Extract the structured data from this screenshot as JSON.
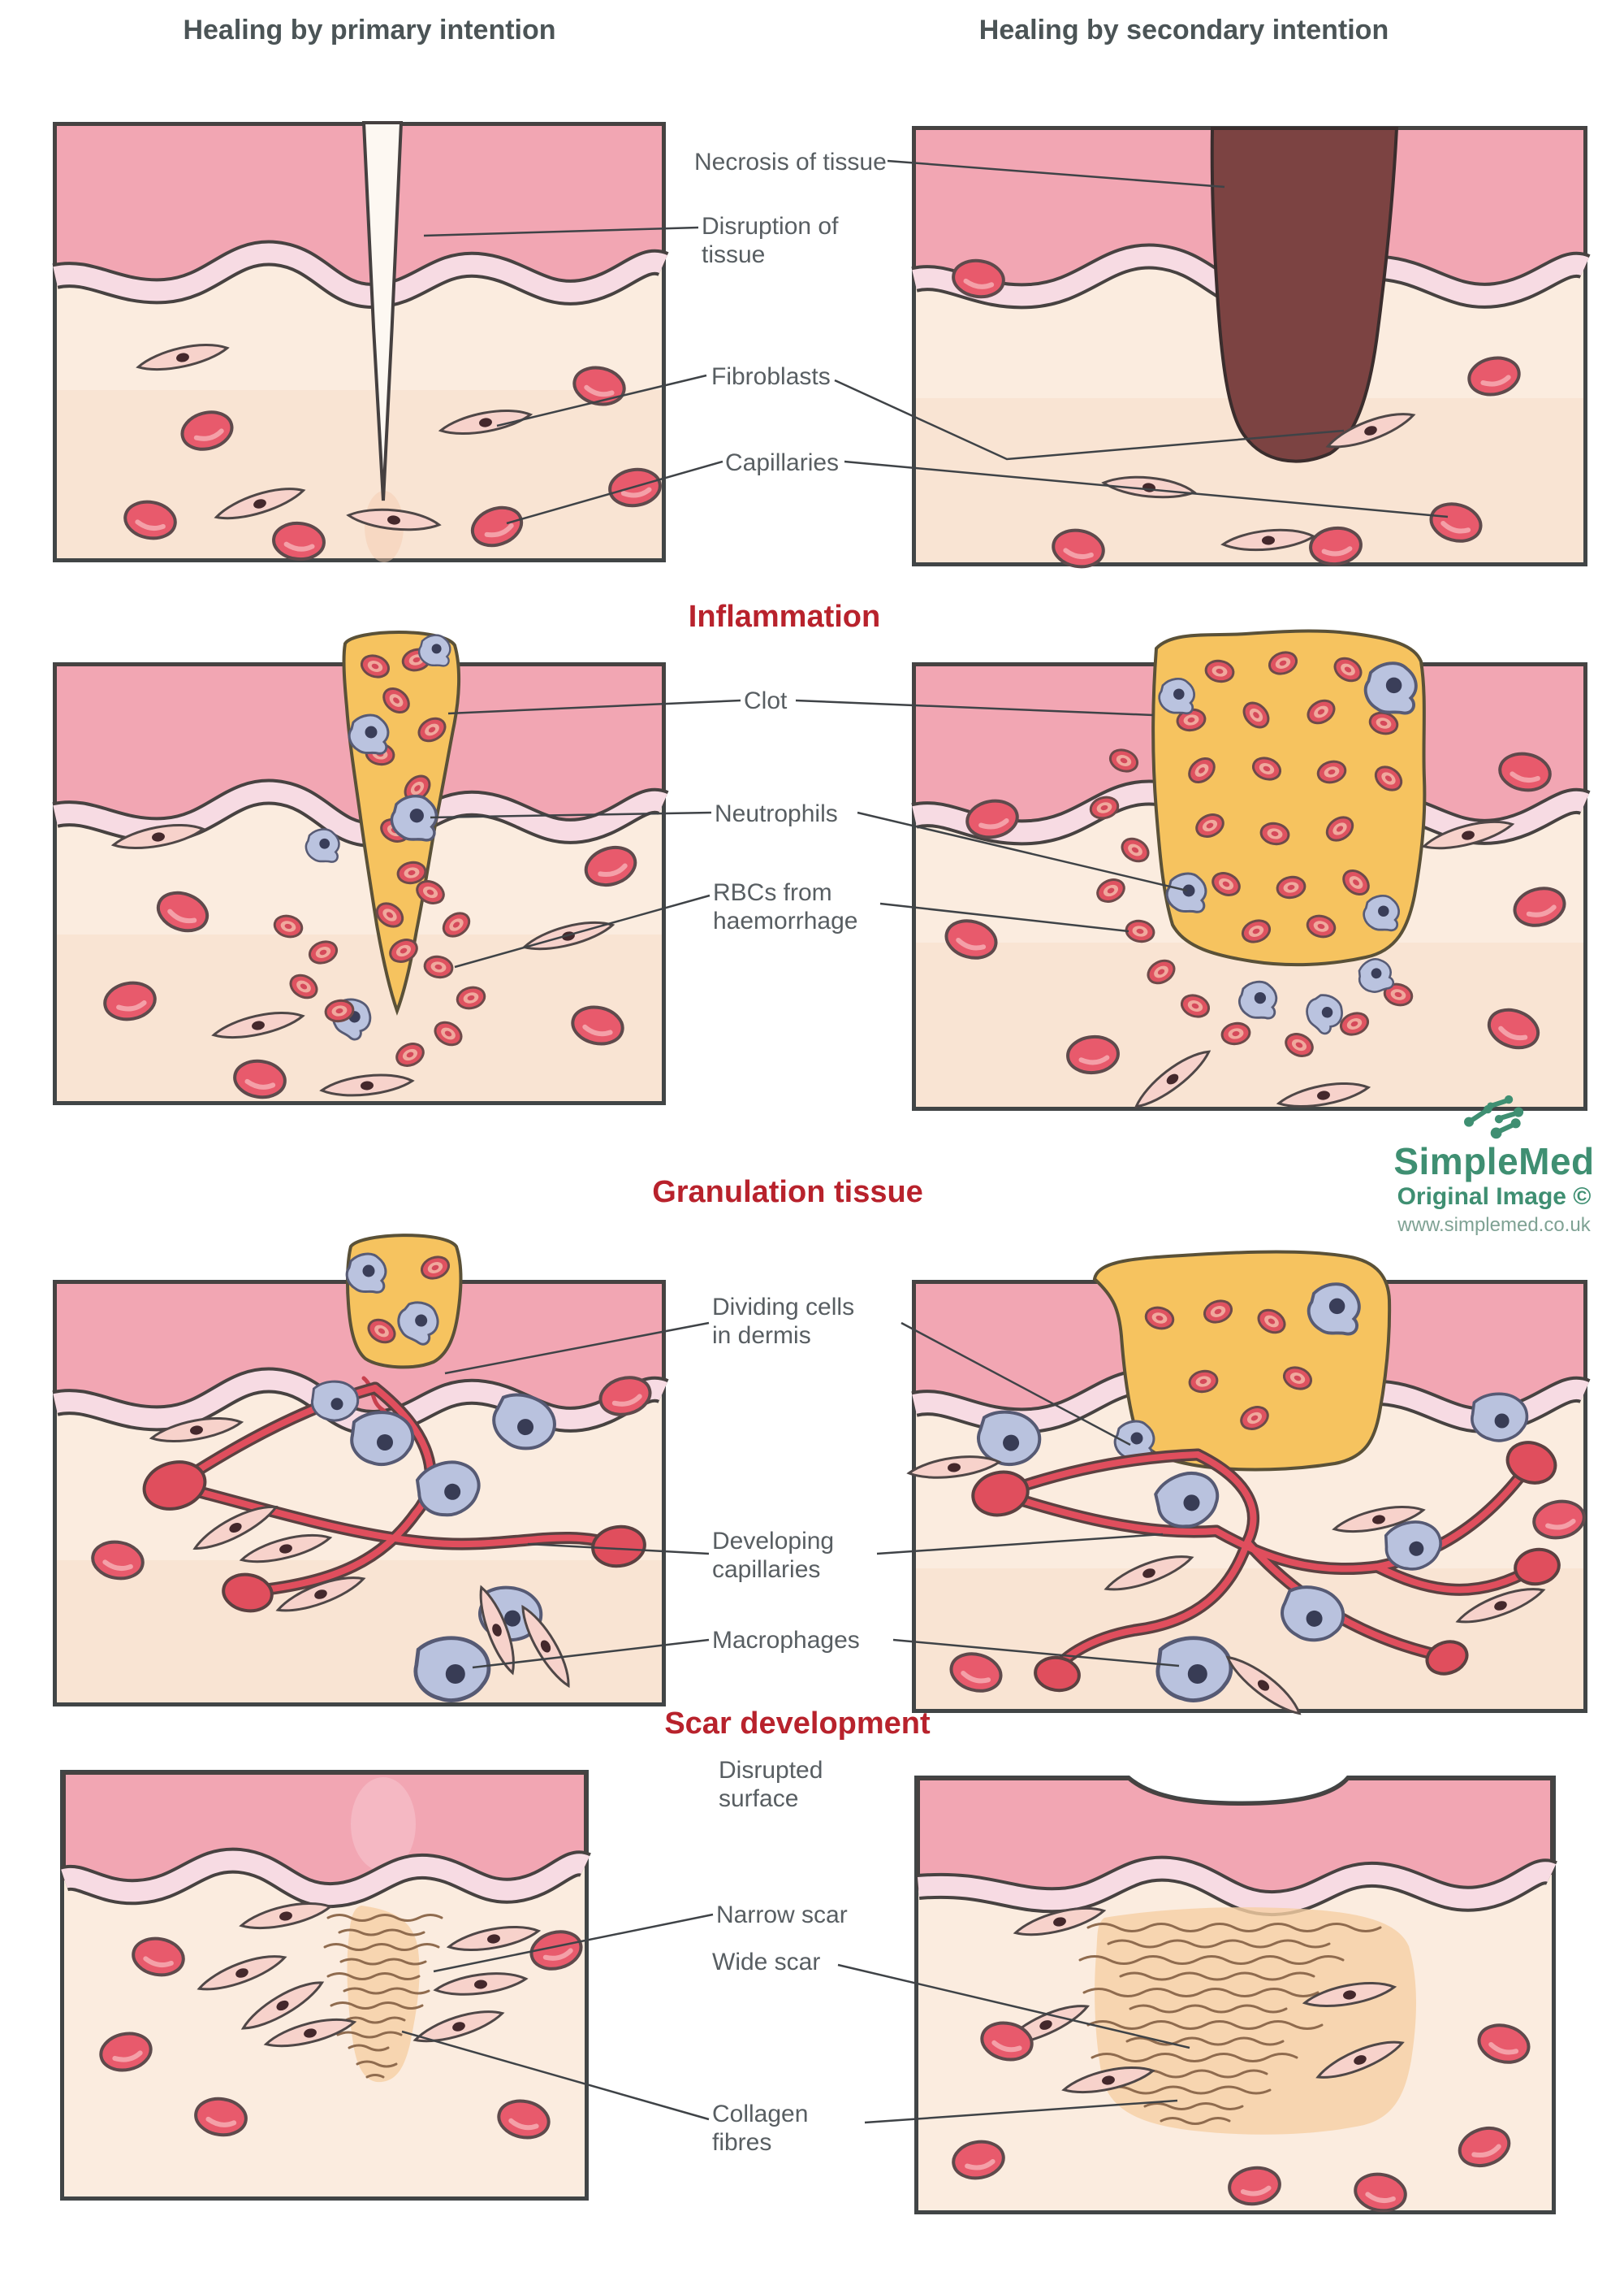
{
  "columns": {
    "left_title": "Healing by primary intention",
    "right_title": "Healing by secondary intention"
  },
  "section_headers": {
    "inflammation": "Inflammation",
    "granulation": "Granulation tissue",
    "scar": "Scar development"
  },
  "labels": {
    "necrosis": "Necrosis of tissue",
    "disruption": "Disruption of\ntissue",
    "fibroblasts": "Fibroblasts",
    "capillaries": "Capillaries",
    "clot": "Clot",
    "neutrophils": "Neutrophils",
    "rbcs": "RBCs from\nhaemorrhage",
    "dividing": "Dividing cells\nin dermis",
    "developing": "Developing\ncapillaries",
    "macrophages": "Macrophages",
    "disrupted": "Disrupted\nsurface",
    "narrow": "Narrow scar",
    "wide": "Wide scar",
    "collagen": "Collagen\nfibres"
  },
  "watermark": {
    "name": "SimpleMed",
    "line2": "Original Image ©",
    "url": "www.simplemed.co.uk"
  },
  "colors": {
    "title_text": "#4b5456",
    "label_text": "#585e62",
    "section_red": "#b8222c",
    "epidermis": "#f2a6b3",
    "papillary_band": "#f7dbe3",
    "dermis": "#fbecdf",
    "clot_yellow": "#f6c35f",
    "necrosis_maroon": "#7c4342",
    "rbc_red": "#e85a6c",
    "neutrophil_lavender": "#bac3df",
    "fibroblast_pink": "#f7d2cb",
    "capillary_red": "#e04e5d",
    "collagen_tan": "#f6d0a4",
    "watermark_green": "#3f8f72"
  }
}
